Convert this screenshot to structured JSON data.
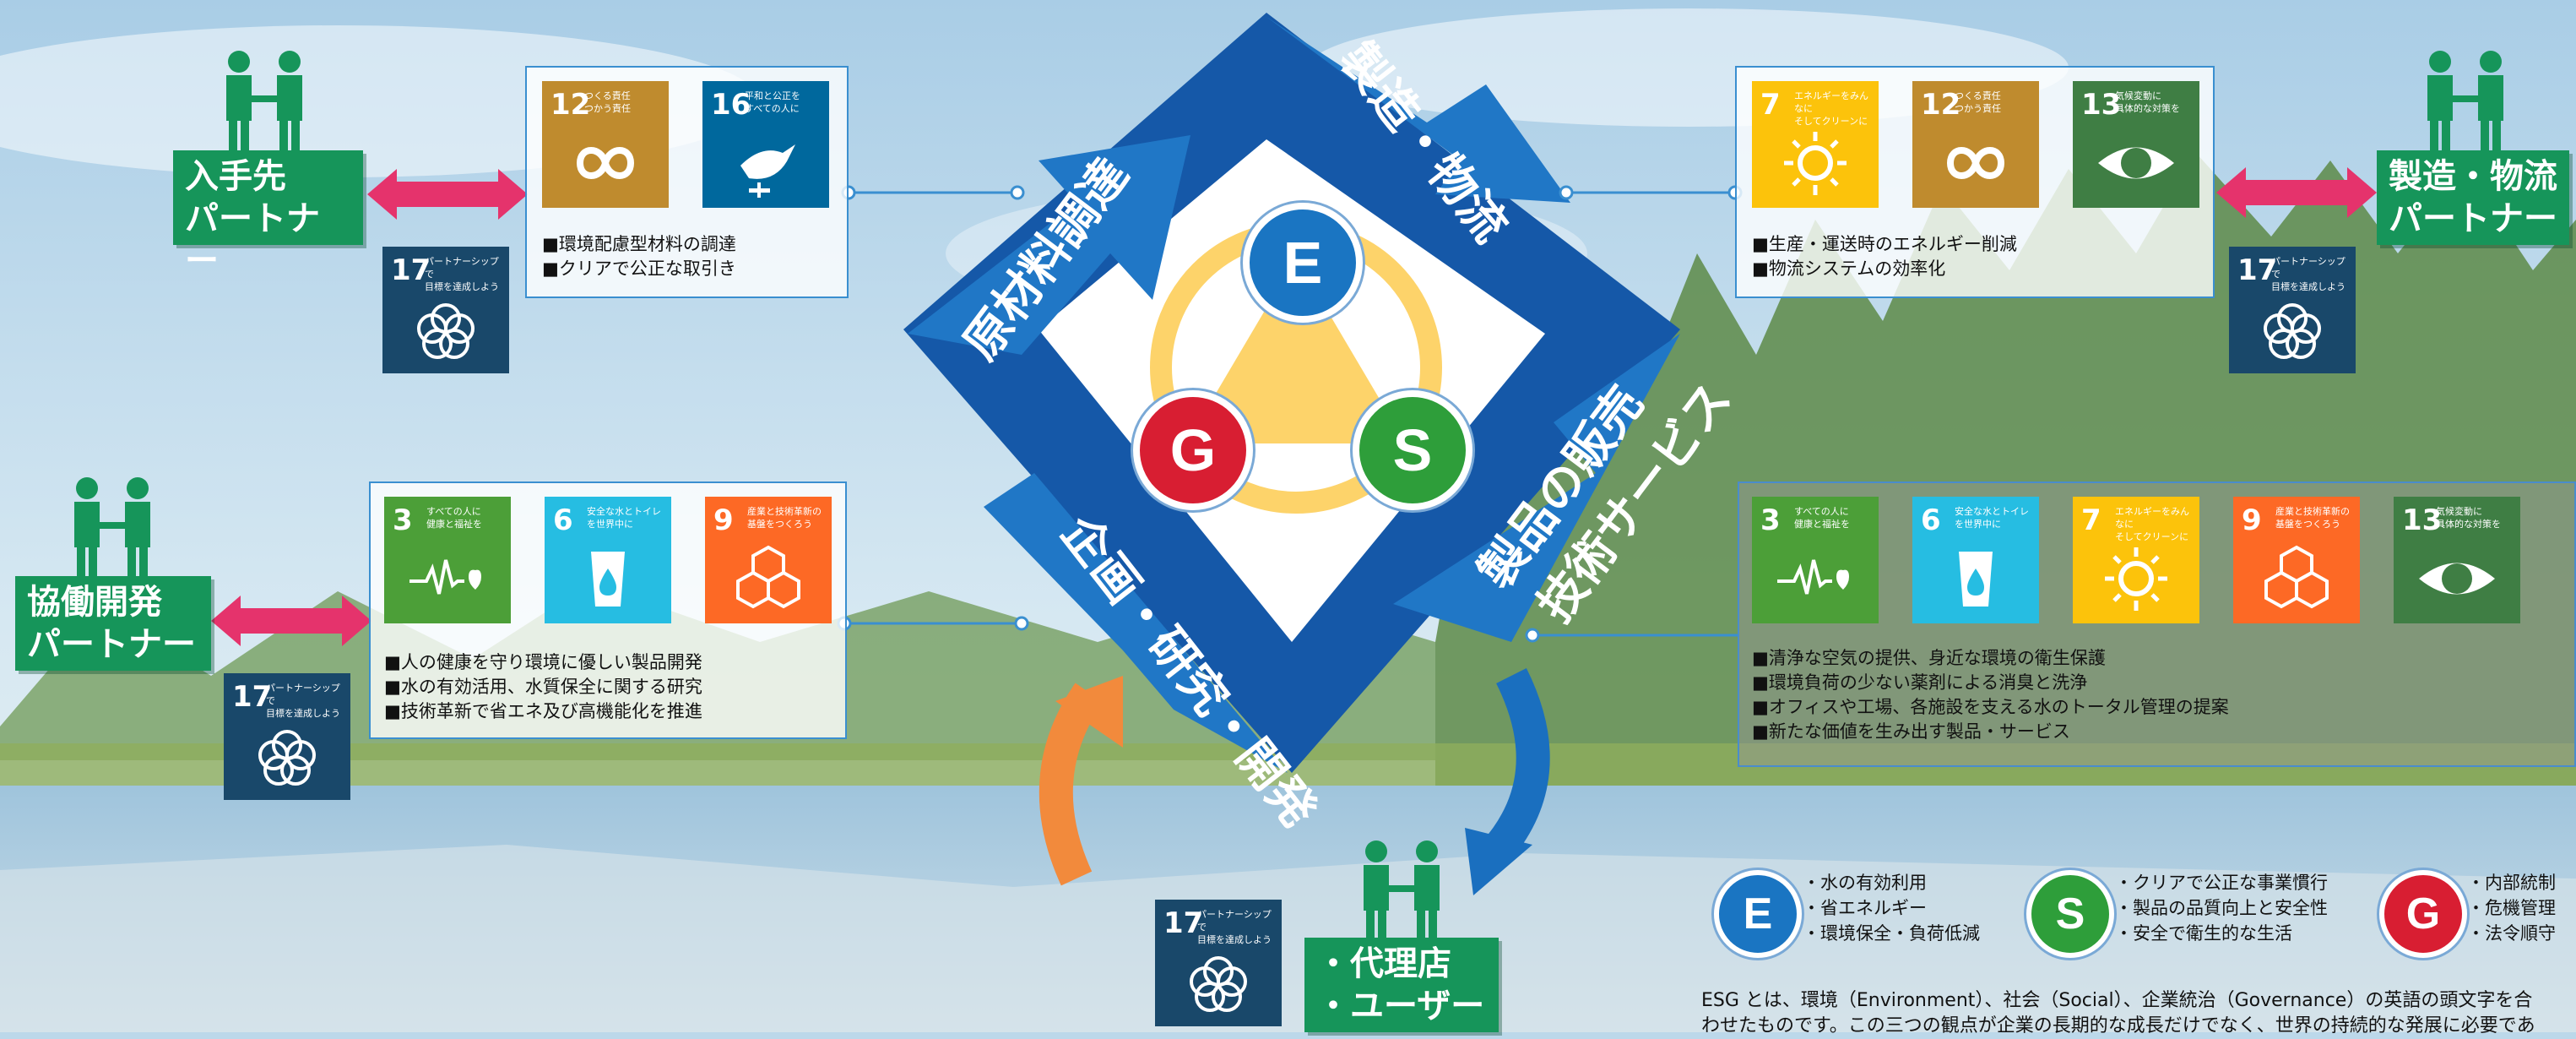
{
  "colors": {
    "sdg3": "#4c9f38",
    "sdg6": "#26bde2",
    "sdg7": "#fcc30b",
    "sdg9": "#fd6925",
    "sdg12": "#bf8b2e",
    "sdg13": "#3f7e44",
    "sdg16": "#00689d",
    "sdg17": "#19486a",
    "partner": "#16955a",
    "arrow": "#1a6fbf",
    "pink": "#e5336c",
    "orange": "#f28a3c",
    "e": "#1a75c2",
    "s": "#2e9e3a",
    "g": "#d81e32",
    "triangle": "#fdd36a"
  },
  "cycle": {
    "step1": "原材料調達",
    "step2": "製造・物流",
    "step3a": "製品の販売",
    "step3b": "技術サービス",
    "step4": "企画・研究・開発"
  },
  "esg": {
    "e": "E",
    "s": "S",
    "g": "G"
  },
  "partners": {
    "supply": [
      "入手先",
      "パートナー"
    ],
    "manufacturing": [
      "製造・物流",
      "パートナー"
    ],
    "co_development": [
      "協働開発",
      "パートナー"
    ],
    "users": [
      "・代理店",
      "・ユーザー"
    ]
  },
  "sdgs": {
    "g3": {
      "num": "3",
      "text": "すべての人に\n健康と福祉を"
    },
    "g6": {
      "num": "6",
      "text": "安全な水とトイレ\nを世界中に"
    },
    "g7": {
      "num": "7",
      "text": "エネルギーをみんなに\nそしてクリーンに"
    },
    "g9": {
      "num": "9",
      "text": "産業と技術革新の\n基盤をつくろう"
    },
    "g12": {
      "num": "12",
      "text": "つくる責任\nつかう責任"
    },
    "g13": {
      "num": "13",
      "text": "気候変動に\n具体的な対策を"
    },
    "g16": {
      "num": "16",
      "text": "平和と公正を\nすべての人に"
    },
    "g17": {
      "num": "17",
      "text": "パートナーシップで\n目標を達成しよう"
    }
  },
  "procurement_items": [
    "■環境配慮型材料の調達",
    "■クリアで公正な取引き"
  ],
  "manufacturing_items": [
    "■生産・運送時のエネルギー削減",
    "■物流システムの効率化"
  ],
  "development_items": [
    "■人の健康を守り環境に優しい製品開発",
    "■水の有効活用、水質保全に関する研究",
    "■技術革新で省エネ及び高機能化を推進"
  ],
  "sales_items": [
    "■清浄な空気の提供、身近な環境の衛生保護",
    "■環境負荷の少ない薬剤による消臭と洗浄",
    "■オフィスや工場、各施設を支える水のトータル管理の提案",
    "■新たな価値を生み出す製品・サービス"
  ],
  "legend": {
    "e_items": [
      "・水の有効利用",
      "・省エネルギー",
      "・環境保全・負荷低減"
    ],
    "s_items": [
      "・クリアで公正な事業慣行",
      "・製品の品質向上と安全性",
      "・安全で衛生的な生活"
    ],
    "g_items": [
      "・内部統制",
      "・危機管理",
      "・法令順守"
    ]
  },
  "footnote": [
    "ESG とは、環境（Environment）、社会（Social）、企業統治（Governance）の英語の頭文字を合",
    "わせたものです。この三つの観点が企業の長期的な成長だけでなく、世界の持続的な発展に必要であ"
  ]
}
